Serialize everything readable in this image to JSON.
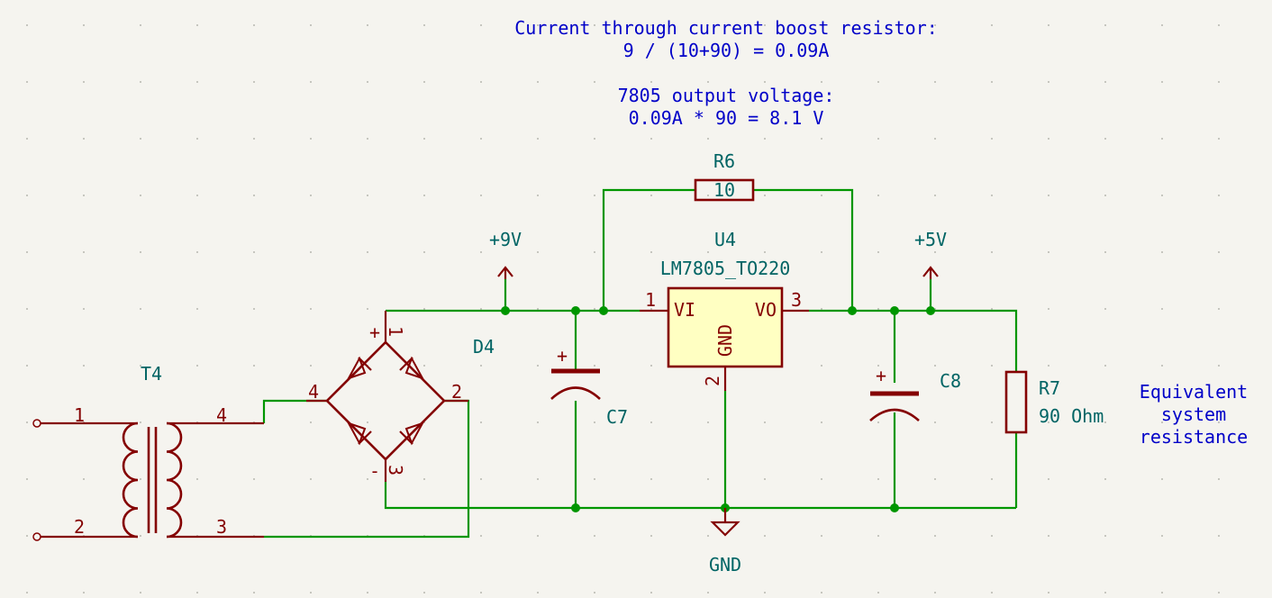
{
  "notes": {
    "line1": "Current through current boost resistor:",
    "line2": "9 / (10+90) = 0.09A",
    "line3": "7805 output voltage:",
    "line4": "0.09A * 90 = 8.1 V",
    "equiv1": "Equivalent",
    "equiv2": "system",
    "equiv3": "resistance"
  },
  "components": {
    "t4": {
      "ref": "T4",
      "pins": [
        "1",
        "2",
        "4",
        "3"
      ]
    },
    "d4": {
      "ref": "D4",
      "pins": [
        "+",
        "1",
        "4",
        "2",
        "-",
        "3"
      ]
    },
    "c7": {
      "ref": "C7",
      "plus": "+"
    },
    "c8": {
      "ref": "C8",
      "plus": "+"
    },
    "u4": {
      "ref": "U4",
      "value": "LM7805_TO220",
      "pin_vi": "VI",
      "pin_vo": "VO",
      "pin_gnd": "GND",
      "pin1": "1",
      "pin2": "2",
      "pin3": "3"
    },
    "r6": {
      "ref": "R6",
      "value": "10"
    },
    "r7": {
      "ref": "R7",
      "value": "90 Ohm"
    }
  },
  "power": {
    "plus9": "+9V",
    "plus5": "+5V",
    "gnd": "GND"
  },
  "colors": {
    "background": "#f5f4ef",
    "wire": "#009600",
    "symbol": "#840000",
    "symbol_fill": "#ffffc2",
    "reference": "#006464",
    "note": "#0000c8"
  }
}
